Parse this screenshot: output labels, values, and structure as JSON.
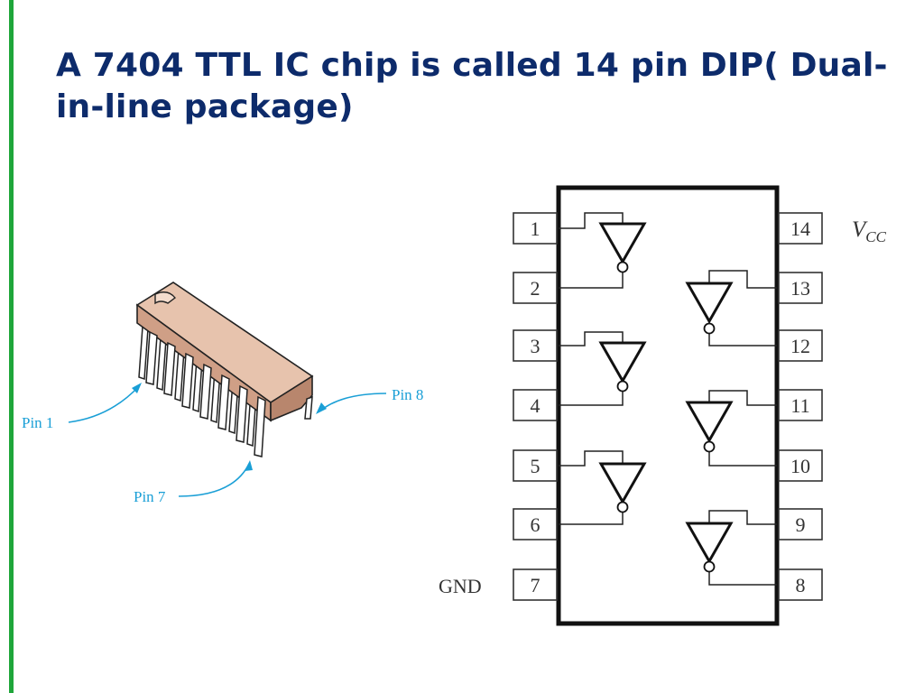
{
  "slide": {
    "title": "A 7404 TTL IC chip is called 14 pin DIP( Dual-in-line package)"
  },
  "chip_illustration": {
    "callouts": {
      "pin1": "Pin 1",
      "pin7": "Pin 7",
      "pin8": "Pin 8"
    }
  },
  "pinout": {
    "left_pins": [
      "1",
      "2",
      "3",
      "4",
      "5",
      "6",
      "7"
    ],
    "right_pins": [
      "14",
      "13",
      "12",
      "11",
      "10",
      "9",
      "8"
    ],
    "vcc_main": "V",
    "vcc_sub": "CC",
    "gnd": "GND"
  },
  "colors": {
    "title": "#0d2b6b",
    "accent": "#1fa63a",
    "chip_body": "#e7c3ad",
    "callout": "#1a9fd6"
  }
}
